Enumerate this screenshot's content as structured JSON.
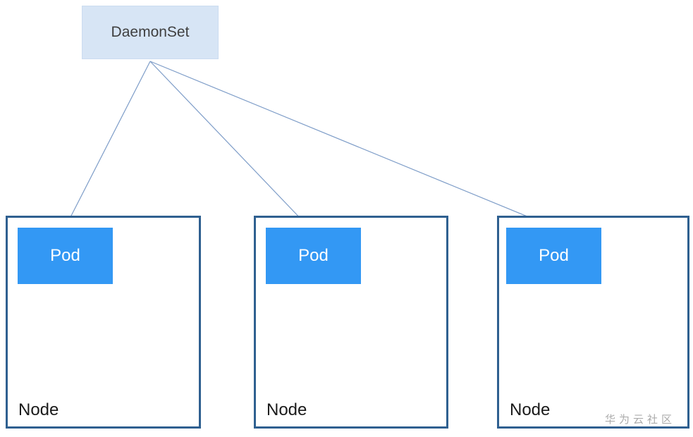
{
  "diagram": {
    "controller": {
      "label": "DaemonSet"
    },
    "nodes": [
      {
        "label": "Node",
        "pod_label": "Pod"
      },
      {
        "label": "Node",
        "pod_label": "Pod"
      },
      {
        "label": "Node",
        "pod_label": "Pod"
      }
    ],
    "watermark": "华为云社区",
    "colors": {
      "bg": "#ffffff",
      "daemonset-fill": "#D7E5F5",
      "daemonset-border": "#CBDCF0",
      "daemonset-text": "#3F3F3F",
      "pod-fill": "#3398F4",
      "pod-text": "#FFFFFF",
      "node-border": "#2F6090",
      "node-text": "#1A1A1A",
      "arrow-line": "#7E9DC8",
      "arrow-head": "#4F8CCB",
      "watermark-color": "#ABABAB"
    }
  }
}
